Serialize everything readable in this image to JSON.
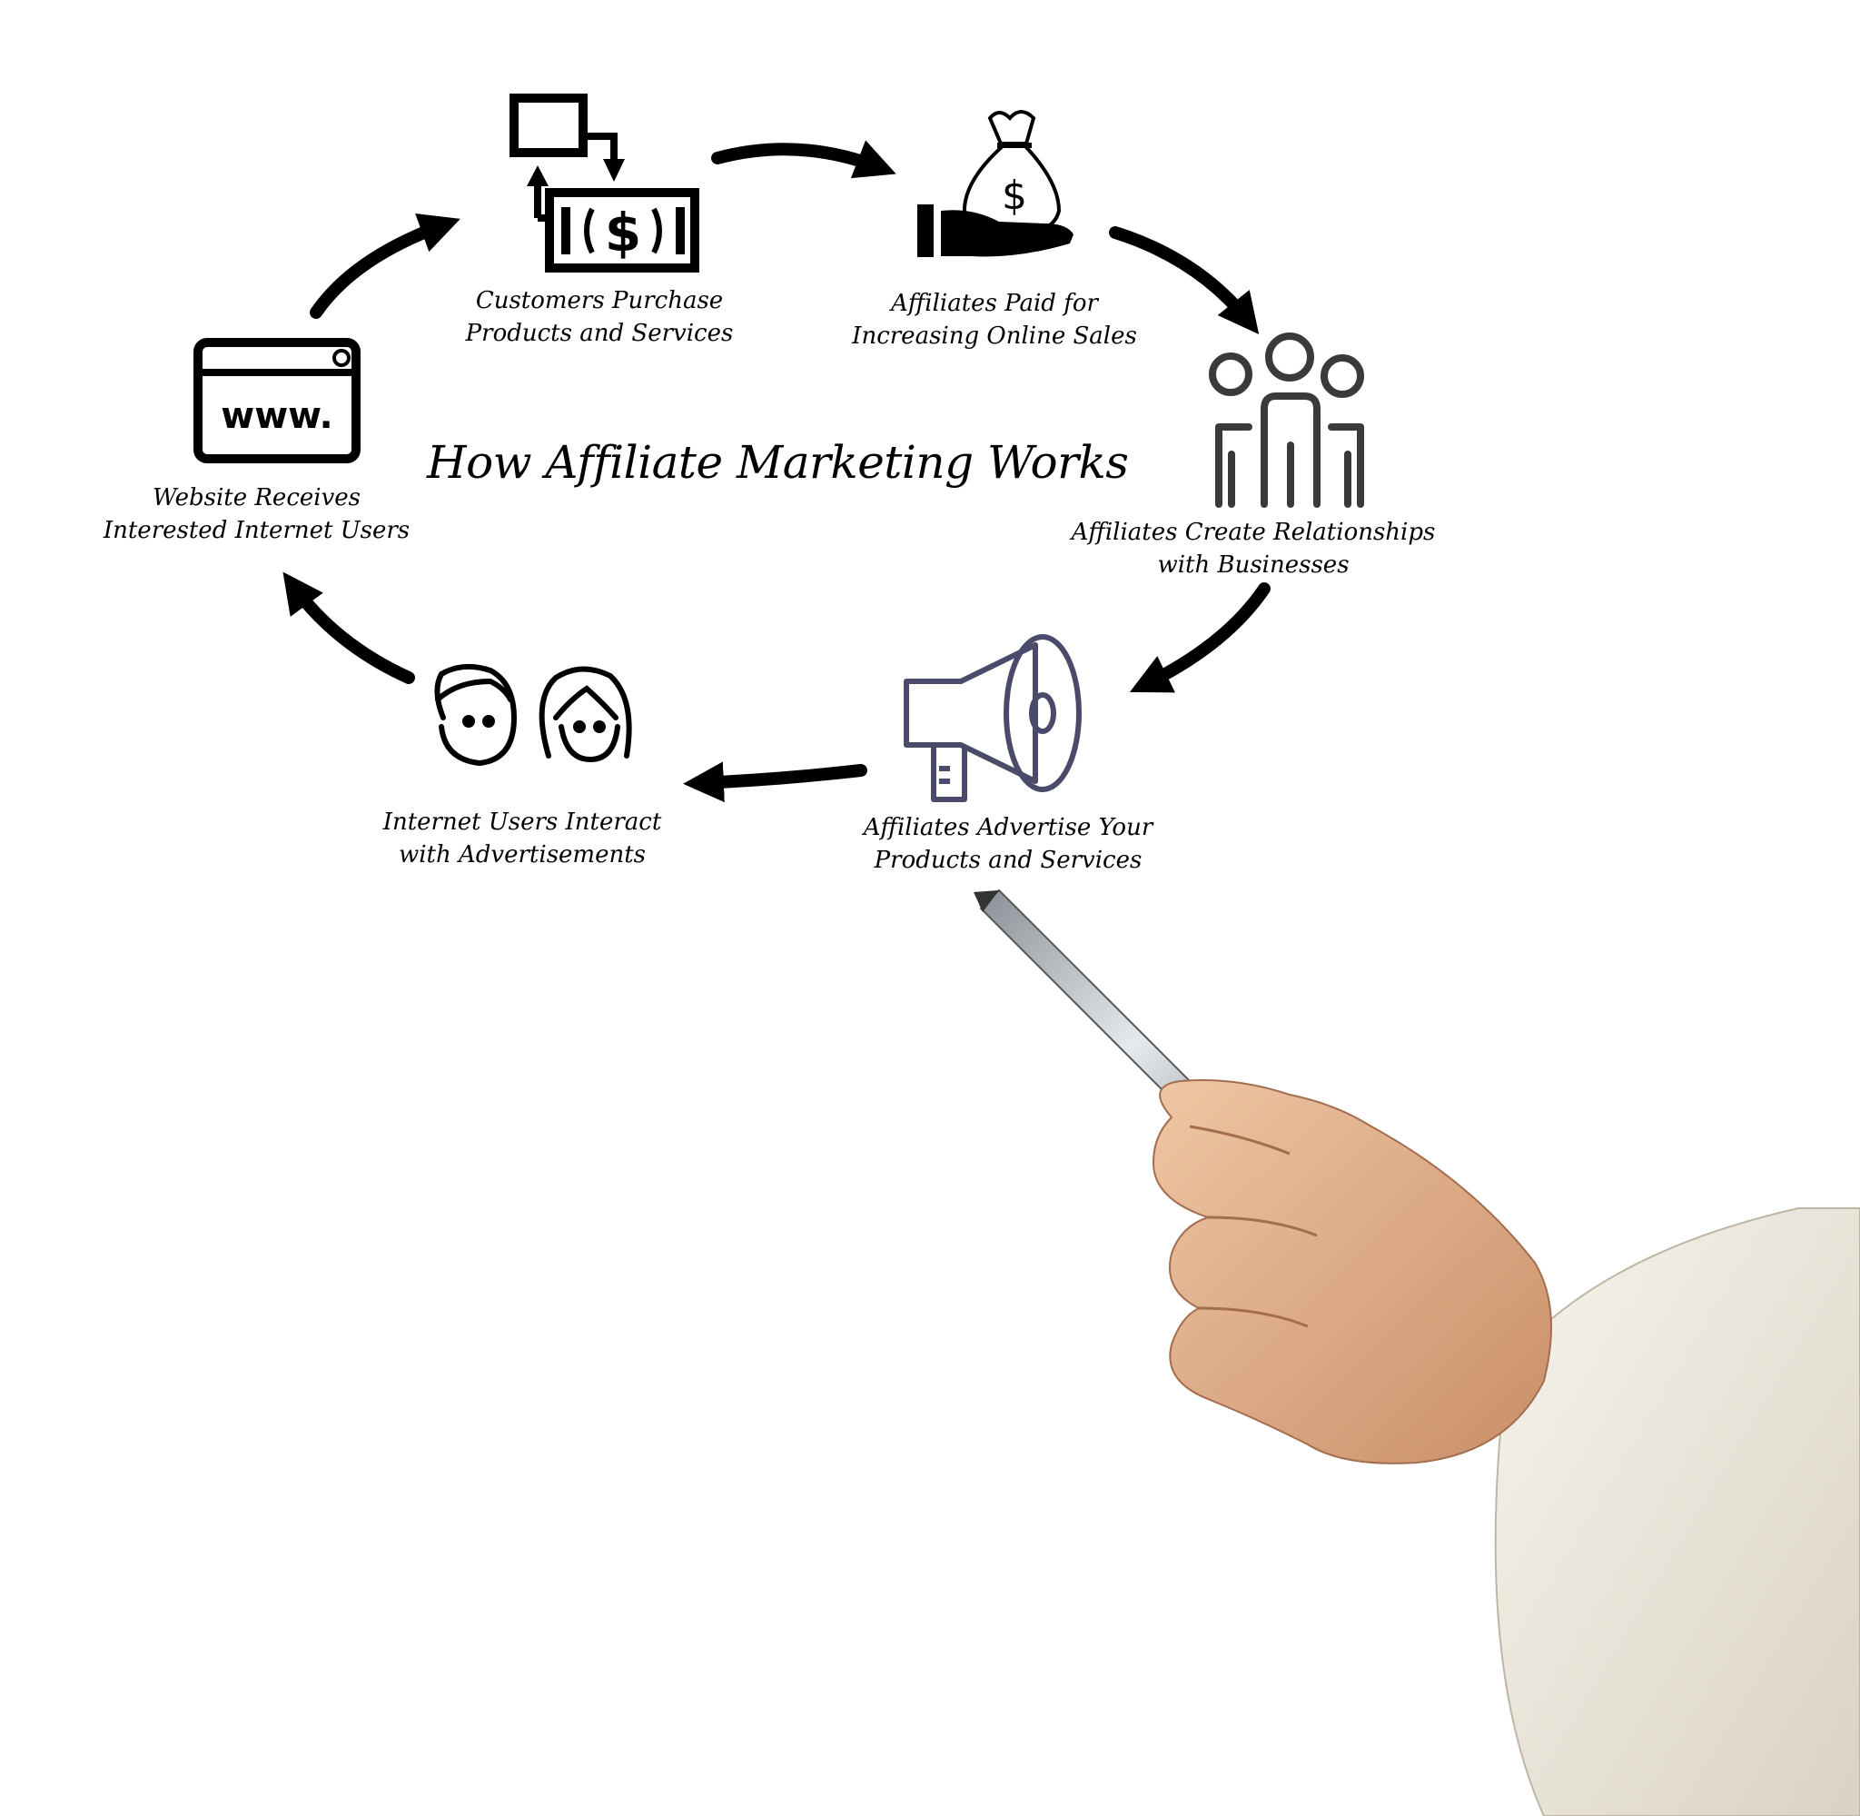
{
  "title": "How Affiliate Marketing Works",
  "steps": [
    {
      "id": "purchase",
      "icon": "box-money-exchange-icon",
      "line1": "Customers Purchase",
      "line2": "Products and Services"
    },
    {
      "id": "paid",
      "icon": "money-bag-in-hand-icon",
      "line1": "Affiliates Paid for",
      "line2": "Increasing Online Sales"
    },
    {
      "id": "relationships",
      "icon": "group-of-people-icon",
      "line1": "Affiliates Create Relationships",
      "line2": "with Businesses"
    },
    {
      "id": "advertise",
      "icon": "megaphone-icon",
      "line1": "Affiliates Advertise Your",
      "line2": "Products and Services"
    },
    {
      "id": "interact",
      "icon": "man-and-woman-faces-icon",
      "line1": "Internet Users Interact",
      "line2": "with Advertisements"
    },
    {
      "id": "website",
      "icon": "browser-window-icon",
      "line1": "Website Receives",
      "line2": "Interested Internet Users"
    }
  ],
  "icon_text": {
    "www": "www.",
    "dollar": "$",
    "dollar_bill": "$"
  },
  "colors": {
    "icon": "#000000",
    "people_icon": "#3a3a3a",
    "megaphone_icon": "#4a4a6a",
    "skin": "#e3b58f",
    "sleeve": "#f1ede3",
    "pen": "#c9cdd1"
  }
}
